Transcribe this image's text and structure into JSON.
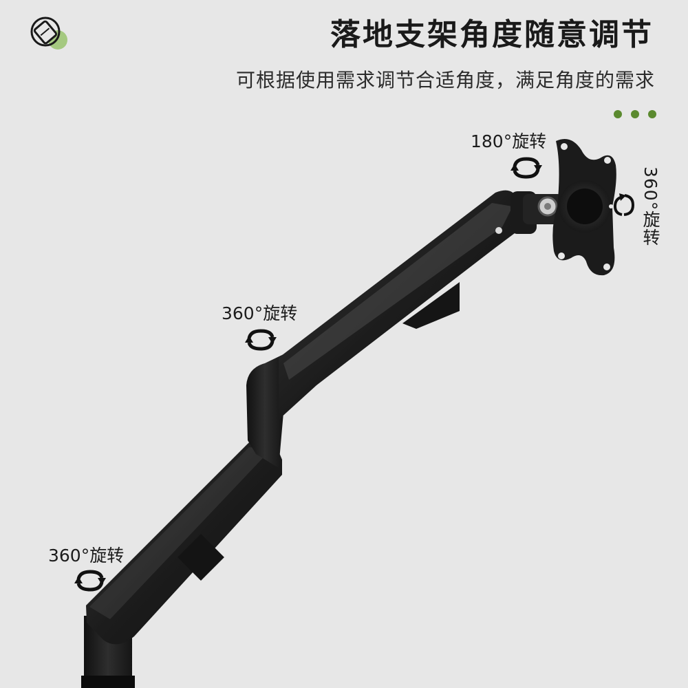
{
  "header": {
    "title": "落地支架角度随意调节",
    "subtitle": "可根据使用需求调节合适角度，满足角度的需求"
  },
  "labels": {
    "top_rotation": "180°旋转",
    "right_rotation": "360°旋转",
    "middle_rotation": "360°旋转",
    "bottom_rotation": "360°旋转"
  },
  "icons": {
    "logo": "rotate-screen-icon",
    "rotation": "rotate-arrows-icon"
  },
  "colors": {
    "accent": "#5b8a2f",
    "background": "#e7e7e7",
    "arm": "#1b1b1b"
  }
}
